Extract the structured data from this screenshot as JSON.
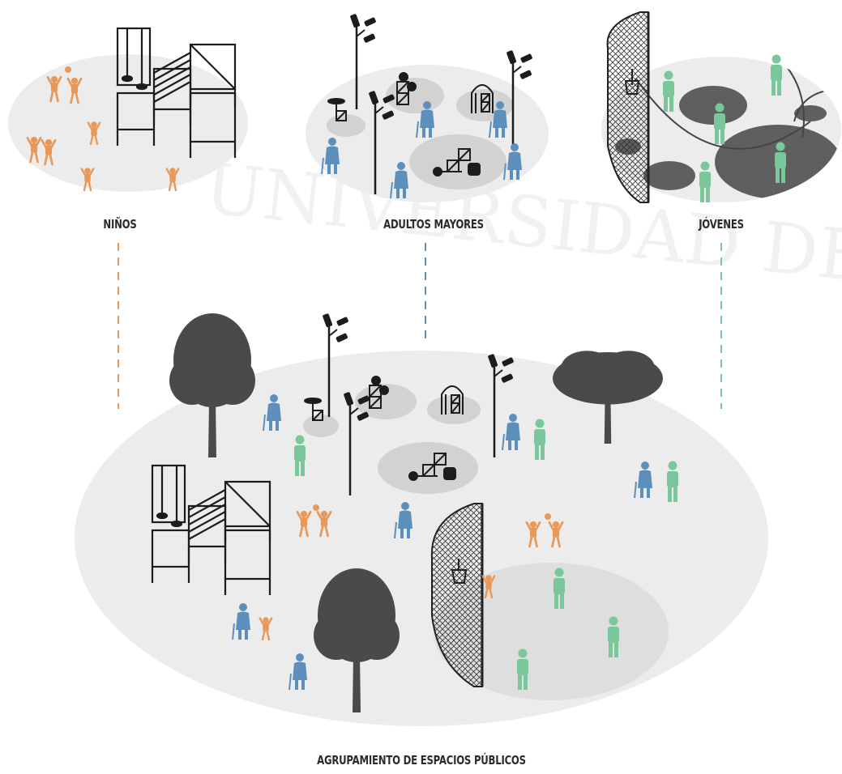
{
  "labels": {
    "ninos": "NIÑOS",
    "adultos": "ADULTOS MAYORES",
    "jovenes": "JÓVENES",
    "agrupamiento": "AGRUPAMIENTO DE ESPACIOS PÚBLICOS"
  },
  "watermark": "UNIVERSIDAD DE LIMA",
  "colors": {
    "ninos": "#e8995a",
    "adultos": "#5d8fbd",
    "jovenes": "#79c79b",
    "tree": "#4a4a4a",
    "platform": "#ececec",
    "zone": "#d2d2d2",
    "court": "#5f5f5f",
    "ink": "#1c1c1c"
  }
}
